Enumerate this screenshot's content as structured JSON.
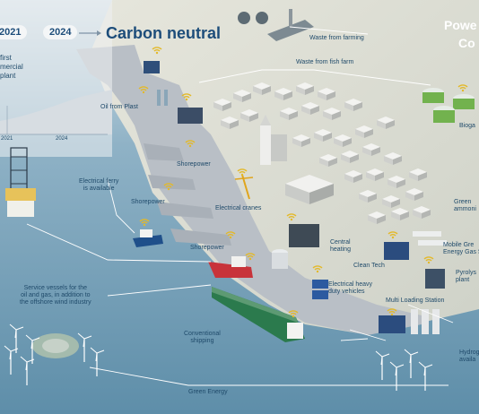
{
  "timeline": {
    "year_a": "2021",
    "year_b": "2024",
    "goal": "Carbon neutral",
    "plant_caption": "first\nmercial\nplant",
    "axis_start": "2021",
    "axis_end": "2024"
  },
  "headline": {
    "line1": "Powe",
    "line2": "Co"
  },
  "labels": {
    "waste_farming": "Waste from farming",
    "waste_fish": "Waste from fish farm",
    "oil_from_plast": "Oil from Plast",
    "biogas": "Bioga",
    "shorepower_1": "Shorepower",
    "electrical_ferry": "Electrical ferry\nis available",
    "shorepower_2": "Shorepower",
    "electrical_cranes": "Electrical cranes",
    "green_ammonia": "Green\nammoni",
    "shorepower_3": "Shorepower",
    "central_heating": "Central\nheating",
    "mobile_green": "Mobile Gre\nEnergy Gas St",
    "clean_tech": "Clean Tech",
    "pyrolysis": "Pyrolys\nplant",
    "service_vessels": "Service vessels for the\noil and gas, in addition to\nthe offshore wind industry",
    "electrical_heavy": "Electrical heavy\nduty vehicles",
    "multi_loading": "Multi Loading Station",
    "conventional_shipping": "Conventional\nshipping",
    "hydrogen": "Hydrog\navaila",
    "green_energy": "Green Energy"
  },
  "colors": {
    "sea": "#6f9cb6",
    "land": "#d9dad0",
    "quay": "#b7bcc3",
    "text": "#1f4a6a",
    "accent": "#1d4d7a",
    "wifi": "#e3b92a"
  }
}
